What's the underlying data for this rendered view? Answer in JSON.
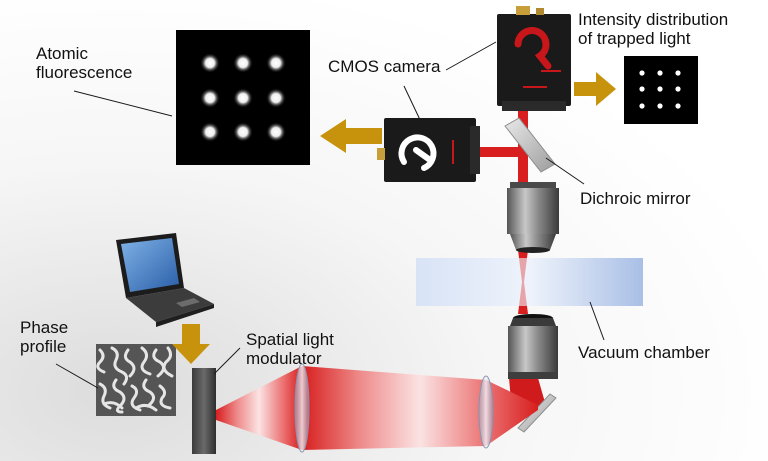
{
  "labels": {
    "atomic_fluorescence": [
      "Atomic",
      "fluorescence"
    ],
    "cmos_camera": "CMOS camera",
    "intensity_distribution": [
      "Intensity distribution",
      "of trapped light"
    ],
    "dichroic_mirror": "Dichroic mirror",
    "vacuum_chamber": "Vacuum chamber",
    "phase_profile": [
      "Phase",
      "profile"
    ],
    "spatial_light_modulator": [
      "Spatial light",
      "modulator"
    ]
  },
  "colors": {
    "laser": "#d81e1e",
    "arrow": "#c8930c",
    "chamber": "#b9cdee",
    "camera_body": "#1a1a1a"
  },
  "icons": [
    "laptop-icon",
    "camera-logo-icon"
  ]
}
